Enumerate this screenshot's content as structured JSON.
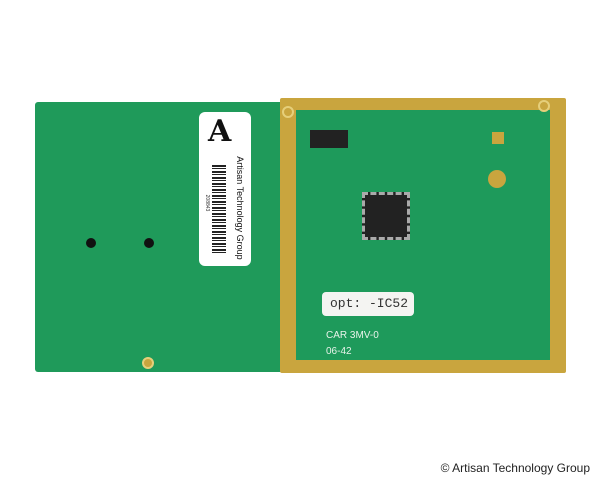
{
  "label": {
    "logo_letter": "A",
    "brand": "Artisan Technology Group",
    "serial": "208843"
  },
  "board": {
    "option_label": "opt: -IC52",
    "silkscreen_line1": "CAR 3MV-0",
    "silkscreen_line2": "06-42"
  },
  "caption": "© Artisan Technology Group",
  "colors": {
    "pcb_green": "#1f9a5a",
    "gold": "#c9a53e"
  }
}
